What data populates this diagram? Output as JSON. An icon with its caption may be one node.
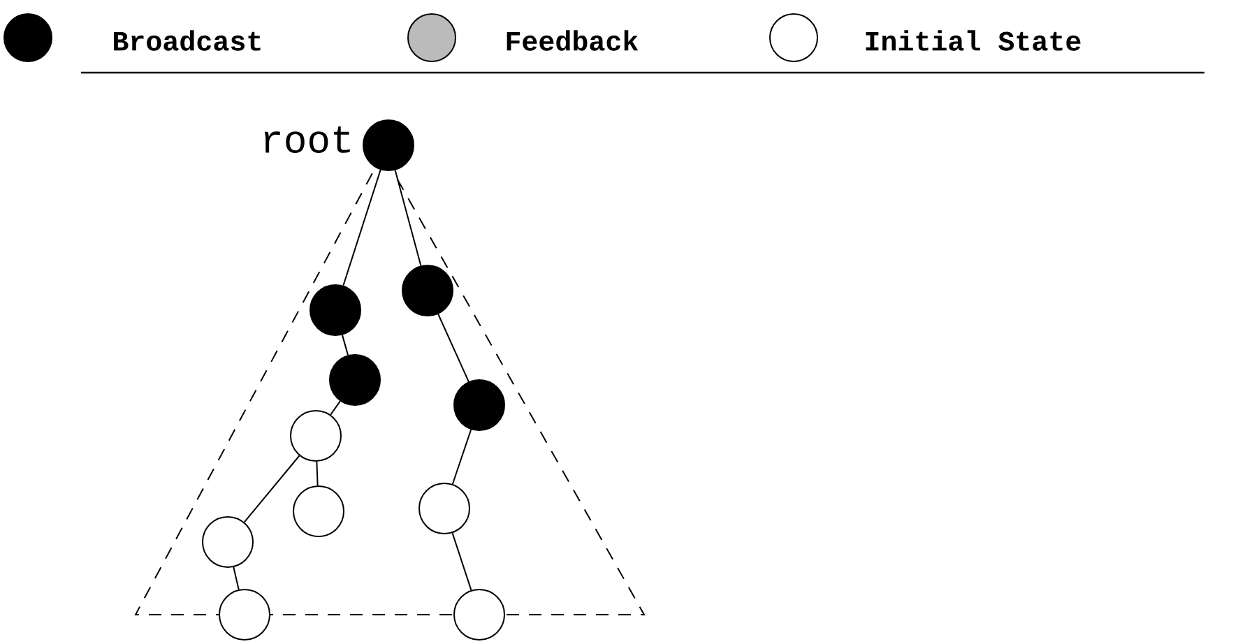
{
  "diagram": {
    "nodes": [
      {
        "text": [],
        "shape": "circle",
        "beside": [
          "root"
        ]
      },
      {
        "text": [],
        "shape": "circle"
      },
      {
        "text": [],
        "shape": "circle"
      },
      {
        "text": [],
        "shape": "circle"
      },
      {
        "text": [],
        "shape": "circle"
      },
      {
        "text": [],
        "shape": "circle"
      },
      {
        "text": [],
        "shape": "circle"
      },
      {
        "text": [],
        "shape": "circle"
      },
      {
        "text": [],
        "shape": "circle"
      },
      {
        "text": [],
        "shape": "circle"
      },
      {
        "text": [],
        "shape": "circle"
      }
    ],
    "edges": [
      {
        "from": 0,
        "to": 2,
        "arrow": "none"
      },
      {
        "from": 0,
        "to": 1,
        "arrow": "none"
      },
      {
        "from": 2,
        "to": 3,
        "arrow": "none"
      },
      {
        "from": 1,
        "to": 4,
        "arrow": "none"
      },
      {
        "from": 3,
        "to": 5,
        "arrow": "none"
      },
      {
        "from": 5,
        "to": 7,
        "arrow": "none"
      },
      {
        "from": 5,
        "to": 8,
        "arrow": "none"
      },
      {
        "from": 8,
        "to": 9,
        "arrow": "none"
      },
      {
        "from": 4,
        "to": 6,
        "arrow": "none"
      },
      {
        "from": 6,
        "to": 10,
        "arrow": "none"
      }
    ],
    "legend": [
      {
        "text": "Broadcast",
        "color": "#000000"
      },
      {
        "text": "Feedback",
        "color": "#bbbbbb"
      },
      {
        "text": "Initial State"
      }
    ]
  }
}
